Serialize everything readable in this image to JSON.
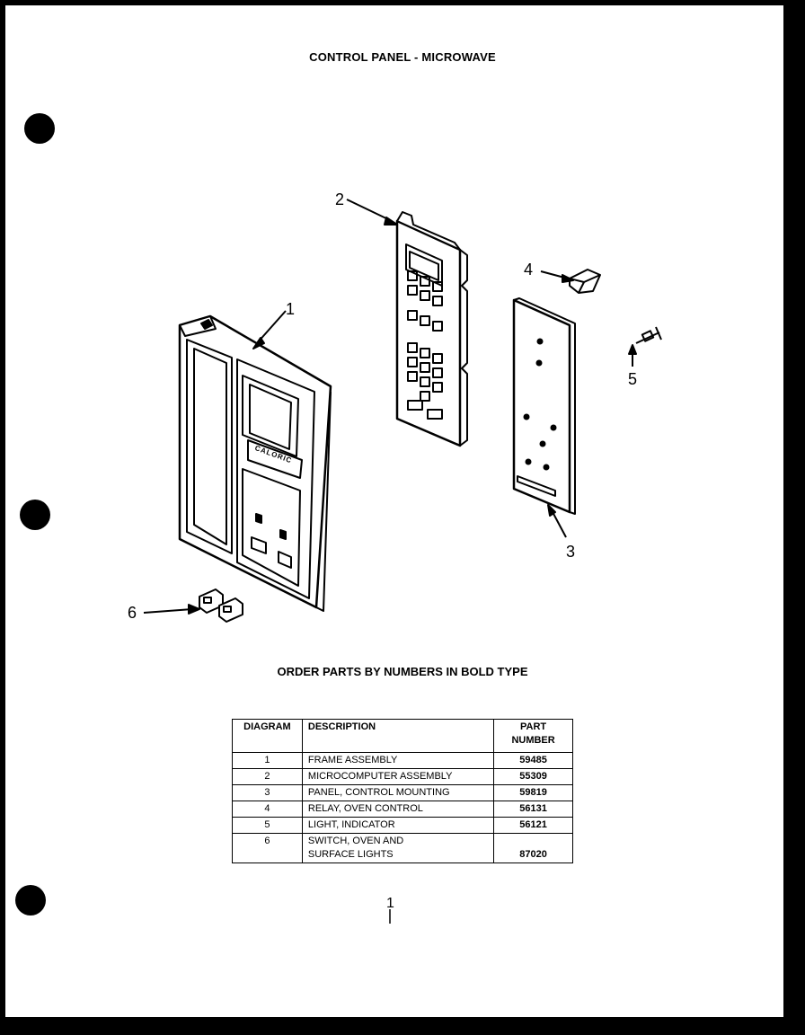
{
  "title": "CONTROL PANEL - MICROWAVE",
  "instructions": "ORDER PARTS BY NUMBERS IN BOLD TYPE",
  "callouts": [
    "1",
    "2",
    "3",
    "4",
    "5",
    "6"
  ],
  "brand_label": "CALORIC",
  "bottom_mark": "1",
  "table": {
    "headers": {
      "diagram": "DIAGRAM",
      "description": "DESCRIPTION",
      "part_number": "PART\nNUMBER"
    },
    "rows": [
      {
        "diagram": "1",
        "description": "FRAME ASSEMBLY",
        "part_number": "59485"
      },
      {
        "diagram": "2",
        "description": "MICROCOMPUTER ASSEMBLY",
        "part_number": "55309"
      },
      {
        "diagram": "3",
        "description": "PANEL, CONTROL MOUNTING",
        "part_number": "59819"
      },
      {
        "diagram": "4",
        "description": "RELAY, OVEN CONTROL",
        "part_number": "56131"
      },
      {
        "diagram": "5",
        "description": "LIGHT, INDICATOR",
        "part_number": "56121"
      },
      {
        "diagram": "6",
        "description": "SWITCH, OVEN AND\nSURFACE LIGHTS",
        "part_number": "87020"
      }
    ]
  }
}
